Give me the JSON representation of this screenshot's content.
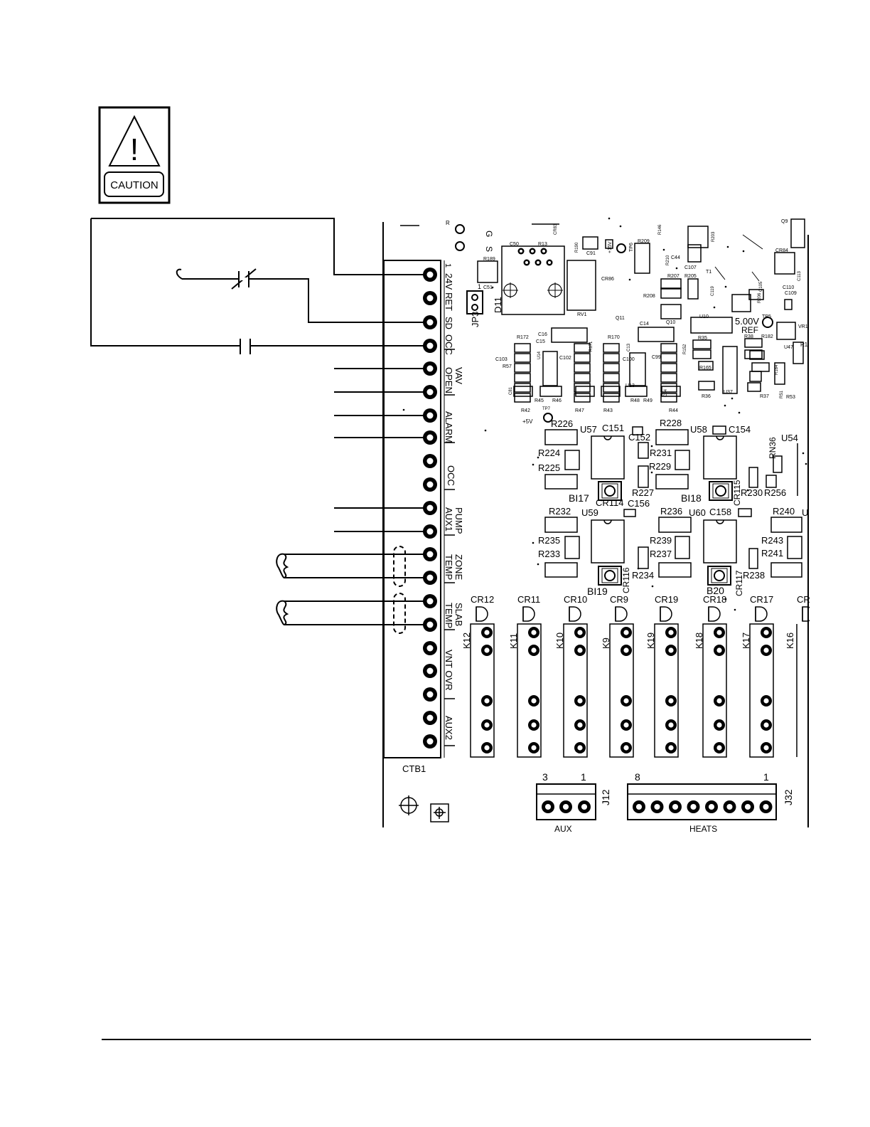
{
  "caution": {
    "label": "CAUTION",
    "symbol": "!"
  },
  "terminal_block": {
    "name": "CTB1",
    "labels": {
      "t1": "1",
      "v24": "24V",
      "ret": "RET",
      "sd": "SD",
      "occ1": "OCC",
      "vav": "VAV",
      "open": "OPEN",
      "alarm": "ALARM",
      "occ2": "OCC",
      "pump": "PUMP",
      "aux1": "AUX1",
      "zone": "ZONE",
      "ztemp": "TEMP",
      "slab": "SLAB",
      "stemp": "TEMP",
      "vnt": "VNT OVR",
      "aux2": "AUX2"
    }
  },
  "jumpers": {
    "g": "G",
    "s": "S",
    "r": "R",
    "jp3": "JP3",
    "jp3_pin": "1",
    "d11": "D11",
    "tp5": "TP5",
    "tp6": "TP6",
    "tp7": "TP7",
    "ref_v": "5.00V",
    "ref": "REF",
    "v15": "+15V",
    "v5": "+5V"
  },
  "components": {
    "r189": "R189",
    "c50": "C50",
    "r13": "R13",
    "c51": "C51",
    "rv1": "RV1",
    "r190": "R190",
    "c91": "C91",
    "r209": "R209",
    "r146": "R146",
    "cr83": "CR83",
    "cr86": "CR86",
    "r208": "R208",
    "r210": "R210",
    "c44": "C44",
    "c107": "C107",
    "r203": "R203",
    "r207": "R207",
    "r205": "R205",
    "c119": "C119",
    "t1": "T1",
    "q9": "Q9",
    "cr84": "CR84",
    "c113": "C113",
    "r206": "R206",
    "c105": "C105",
    "c110": "C110",
    "c109": "C109",
    "q11": "Q11",
    "q10": "Q10",
    "u10": "U10",
    "vr1": "VR1",
    "r1": "R1",
    "c16": "C16",
    "c14": "C14",
    "r172": "R172",
    "r170": "R170",
    "r171": "R171",
    "c15": "C15",
    "c102": "C102",
    "c103": "C103",
    "r57": "R57",
    "r35": "R35",
    "r38": "R38",
    "r182": "R182",
    "u47": "U47",
    "r152": "R152",
    "r165": "R165",
    "r36": "R36",
    "u37": "U37",
    "r37": "R37",
    "r51": "R51",
    "r53": "R53",
    "r184": "R184",
    "c13": "C13",
    "c100": "C100",
    "c99": "C99",
    "r42": "R42",
    "r45": "R45",
    "r46": "R46",
    "r47": "R47",
    "r43": "R43",
    "r48": "R48",
    "r49": "R49",
    "r44": "R44",
    "u14": "U14",
    "u13": "U13",
    "c81": "C81",
    "c84": "C84",
    "r226": "R226",
    "u57": "U57",
    "c151": "C151",
    "c152": "C152",
    "r228": "R228",
    "u58": "U58",
    "c154": "C154",
    "u54": "U54",
    "rn36": "RN36",
    "r224": "R224",
    "r225": "R225",
    "r231": "R231",
    "r229": "R229",
    "r227": "R227",
    "bi17": "BI17",
    "cr114": "CR114",
    "bi18": "BI18",
    "cr115": "CR115",
    "r230": "R230",
    "r256": "R256",
    "r232": "R232",
    "u59": "U59",
    "c156": "C156",
    "r236": "R236",
    "u60": "U60",
    "c158": "C158",
    "r240": "R240",
    "u_edge": "U",
    "r235": "R235",
    "r233": "R233",
    "r239": "R239",
    "r237": "R237",
    "r234": "R234",
    "bi19": "BI19",
    "cr116": "CR116",
    "b20": "B20",
    "cr117": "CR117",
    "r243": "R243",
    "r241": "R241",
    "r238": "R238"
  },
  "relays": {
    "cr": [
      "CR12",
      "CR11",
      "CR10",
      "CR9",
      "CR19",
      "CR18",
      "CR17",
      "CR"
    ],
    "k": [
      "K12",
      "K11",
      "K10",
      "K9",
      "K19",
      "K18",
      "K17",
      "K16"
    ]
  },
  "connectors": {
    "j12": {
      "name": "J12",
      "pin_left": "3",
      "pin_right": "1",
      "label": "AUX"
    },
    "j32": {
      "name": "J32",
      "pin_left": "8",
      "pin_right": "1",
      "label": "HEATS"
    }
  }
}
